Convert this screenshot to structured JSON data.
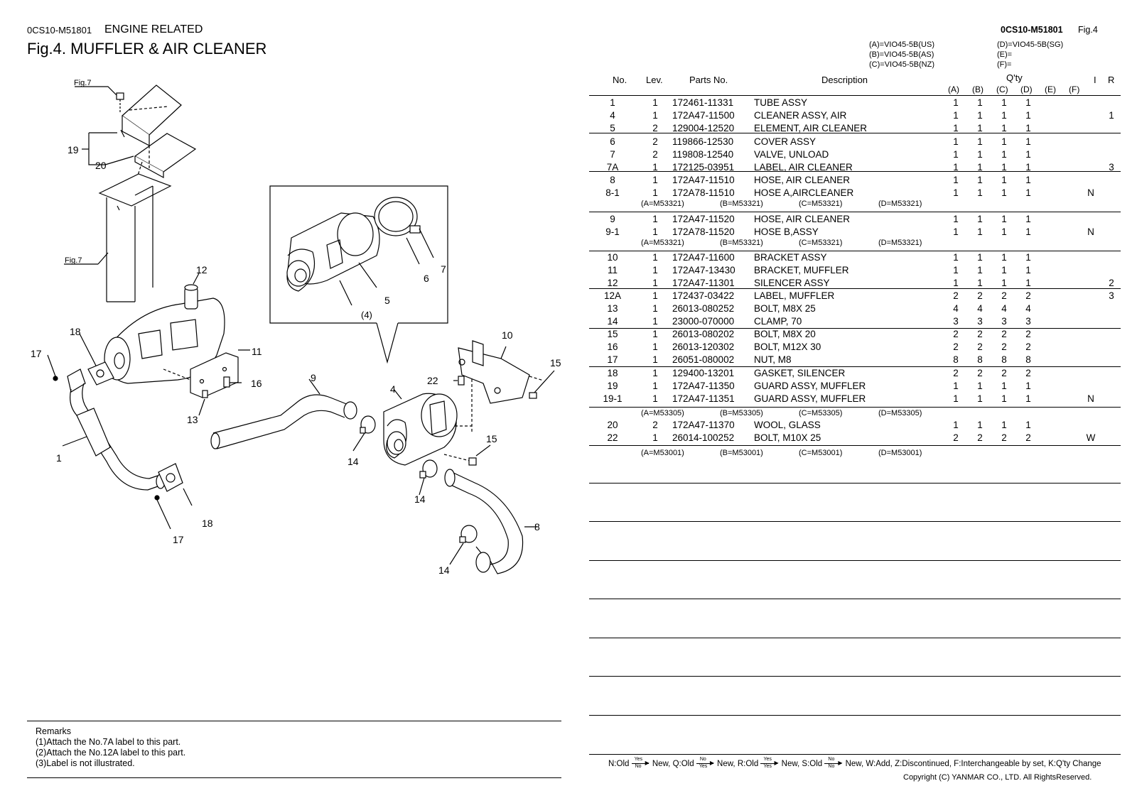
{
  "header": {
    "doc_code_left": "0CS10-M51801",
    "category": "ENGINE RELATED",
    "figure_title": "Fig.4.  MUFFLER & AIR CLEANER",
    "doc_code_right": "0CS10-M51801",
    "fig_ref_right": "Fig.4"
  },
  "model_legend": {
    "a": "(A)=VIO45-5B(US)",
    "b": "(B)=VIO45-5B(AS)",
    "c": "(C)=VIO45-5B(NZ)",
    "d": "(D)=VIO45-5B(SG)",
    "e": "(E)=",
    "f": "(F)="
  },
  "columns": {
    "no": "No.",
    "lev": "Lev.",
    "parts_no": "Parts No.",
    "description": "Description",
    "qty": "Q'ty",
    "qa": "(A)",
    "qb": "(B)",
    "qc": "(C)",
    "qd": "(D)",
    "qe": "(E)",
    "qf": "(F)",
    "i": "I",
    "r": "R"
  },
  "parts": [
    {
      "no": "1",
      "lev": "1",
      "pn": "172461-11331",
      "desc": "TUBE ASSY",
      "a": "1",
      "b": "1",
      "c": "1",
      "d": "1",
      "i": "",
      "r": ""
    },
    {
      "no": "4",
      "lev": "1",
      "pn": "172A47-11500",
      "desc": "CLEANER ASSY, AIR",
      "a": "1",
      "b": "1",
      "c": "1",
      "d": "1",
      "i": "",
      "r": "1"
    },
    {
      "no": "5",
      "lev": "2",
      "pn": "129004-12520",
      "desc": "ELEMENT, AIR CLEANER",
      "a": "1",
      "b": "1",
      "c": "1",
      "d": "1",
      "i": "",
      "r": ""
    },
    {
      "no": "6",
      "lev": "2",
      "pn": "119866-12530",
      "desc": "COVER ASSY",
      "a": "1",
      "b": "1",
      "c": "1",
      "d": "1",
      "i": "",
      "r": ""
    },
    {
      "no": "7",
      "lev": "2",
      "pn": "119808-12540",
      "desc": "VALVE, UNLOAD",
      "a": "1",
      "b": "1",
      "c": "1",
      "d": "1",
      "i": "",
      "r": ""
    },
    {
      "no": "7A",
      "lev": "1",
      "pn": "172125-03951",
      "desc": "LABEL, AIR CLEANER",
      "a": "1",
      "b": "1",
      "c": "1",
      "d": "1",
      "i": "",
      "r": "3"
    },
    {
      "no": "8",
      "lev": "1",
      "pn": "172A47-11510",
      "desc": "HOSE, AIR CLEANER",
      "a": "1",
      "b": "1",
      "c": "1",
      "d": "1",
      "i": "",
      "r": ""
    },
    {
      "no": "8-1",
      "lev": "1",
      "pn": "172A78-11510",
      "desc": "HOSE A,AIRCLEANER",
      "a": "1",
      "b": "1",
      "c": "1",
      "d": "1",
      "i": "N",
      "r": ""
    },
    {
      "no": "9",
      "lev": "1",
      "pn": "172A47-11520",
      "desc": "HOSE, AIR CLEANER",
      "a": "1",
      "b": "1",
      "c": "1",
      "d": "1",
      "i": "",
      "r": ""
    },
    {
      "no": "9-1",
      "lev": "1",
      "pn": "172A78-11520",
      "desc": "HOSE B,ASSY",
      "a": "1",
      "b": "1",
      "c": "1",
      "d": "1",
      "i": "N",
      "r": ""
    },
    {
      "no": "10",
      "lev": "1",
      "pn": "172A47-11600",
      "desc": "BRACKET ASSY",
      "a": "1",
      "b": "1",
      "c": "1",
      "d": "1",
      "i": "",
      "r": ""
    },
    {
      "no": "11",
      "lev": "1",
      "pn": "172A47-13430",
      "desc": "BRACKET, MUFFLER",
      "a": "1",
      "b": "1",
      "c": "1",
      "d": "1",
      "i": "",
      "r": ""
    },
    {
      "no": "12",
      "lev": "1",
      "pn": "172A47-11301",
      "desc": "SILENCER ASSY",
      "a": "1",
      "b": "1",
      "c": "1",
      "d": "1",
      "i": "",
      "r": "2"
    },
    {
      "no": "12A",
      "lev": "1",
      "pn": "172437-03422",
      "desc": "LABEL, MUFFLER",
      "a": "2",
      "b": "2",
      "c": "2",
      "d": "2",
      "i": "",
      "r": "3"
    },
    {
      "no": "13",
      "lev": "1",
      "pn": "26013-080252",
      "desc": "BOLT, M8X 25",
      "a": "4",
      "b": "4",
      "c": "4",
      "d": "4",
      "i": "",
      "r": ""
    },
    {
      "no": "14",
      "lev": "1",
      "pn": "23000-070000",
      "desc": "CLAMP,  70",
      "a": "3",
      "b": "3",
      "c": "3",
      "d": "3",
      "i": "",
      "r": ""
    },
    {
      "no": "15",
      "lev": "1",
      "pn": "26013-080202",
      "desc": "BOLT, M8X 20",
      "a": "2",
      "b": "2",
      "c": "2",
      "d": "2",
      "i": "",
      "r": ""
    },
    {
      "no": "16",
      "lev": "1",
      "pn": "26013-120302",
      "desc": "BOLT, M12X 30",
      "a": "2",
      "b": "2",
      "c": "2",
      "d": "2",
      "i": "",
      "r": ""
    },
    {
      "no": "17",
      "lev": "1",
      "pn": "26051-080002",
      "desc": "NUT, M8",
      "a": "8",
      "b": "8",
      "c": "8",
      "d": "8",
      "i": "",
      "r": ""
    },
    {
      "no": "18",
      "lev": "1",
      "pn": "129400-13201",
      "desc": "GASKET, SILENCER",
      "a": "2",
      "b": "2",
      "c": "2",
      "d": "2",
      "i": "",
      "r": ""
    },
    {
      "no": "19",
      "lev": "1",
      "pn": "172A47-11350",
      "desc": "GUARD ASSY, MUFFLER",
      "a": "1",
      "b": "1",
      "c": "1",
      "d": "1",
      "i": "",
      "r": ""
    },
    {
      "no": "19-1",
      "lev": "1",
      "pn": "172A47-11351",
      "desc": "GUARD ASSY, MUFFLER",
      "a": "1",
      "b": "1",
      "c": "1",
      "d": "1",
      "i": "N",
      "r": ""
    },
    {
      "no": "20",
      "lev": "2",
      "pn": "172A47-11370",
      "desc": "WOOL, GLASS",
      "a": "1",
      "b": "1",
      "c": "1",
      "d": "1",
      "i": "",
      "r": ""
    },
    {
      "no": "22",
      "lev": "1",
      "pn": "26014-100252",
      "desc": "BOLT, M10X 25",
      "a": "2",
      "b": "2",
      "c": "2",
      "d": "2",
      "i": "W",
      "r": ""
    }
  ],
  "serials": {
    "s1": {
      "a": "(A=M53321)",
      "b": "(B=M53321)",
      "c": "(C=M53321)",
      "d": "(D=M53321)"
    },
    "s2": {
      "a": "(A=M53321)",
      "b": "(B=M53321)",
      "c": "(C=M53321)",
      "d": "(D=M53321)"
    },
    "s3": {
      "a": "(A=M53305)",
      "b": "(B=M53305)",
      "c": "(C=M53305)",
      "d": "(D=M53305)"
    },
    "s4": {
      "a": "(A=M53001)",
      "b": "(B=M53001)",
      "c": "(C=M53001)",
      "d": "(D=M53001)"
    }
  },
  "remarks": {
    "title": "Remarks",
    "r1": "(1)Attach the No.7A label to this part.",
    "r2": "(2)Attach the No.12A label to this part.",
    "r3": "(3)Label is not illustrated."
  },
  "legend_footer": {
    "n": "N:Old",
    "n2": "New,",
    "q": "Q:Old",
    "q2": "New,",
    "r": "R:Old",
    "r2": "New,",
    "s": "S:Old",
    "s2": "New,",
    "rest": "W:Add, Z:Discontinued, F:Interchangeable by set, K:Q'ty Change",
    "yes": "Yes",
    "no": "No"
  },
  "copyright": "Copyright (C)  YANMAR CO., LTD. All RightsReserved.",
  "diagram": {
    "callouts": {
      "fig7_top": "Fig.7",
      "fig7_mid": "Fig.7",
      "c19": "19",
      "c20": "20",
      "c12": "12",
      "c18a": "18",
      "c17a": "17",
      "c11": "11",
      "c16": "16",
      "c13": "13",
      "c1": "1",
      "c18b": "18",
      "c17b": "17",
      "c9": "9",
      "c4": "4",
      "c14a": "14",
      "c14b": "14",
      "c14c": "14",
      "c22": "22",
      "c10": "10",
      "c15a": "15",
      "c15b": "15",
      "c8": "8",
      "c5": "5",
      "c6": "6",
      "c7": "7",
      "c4paren": "(4)"
    }
  }
}
